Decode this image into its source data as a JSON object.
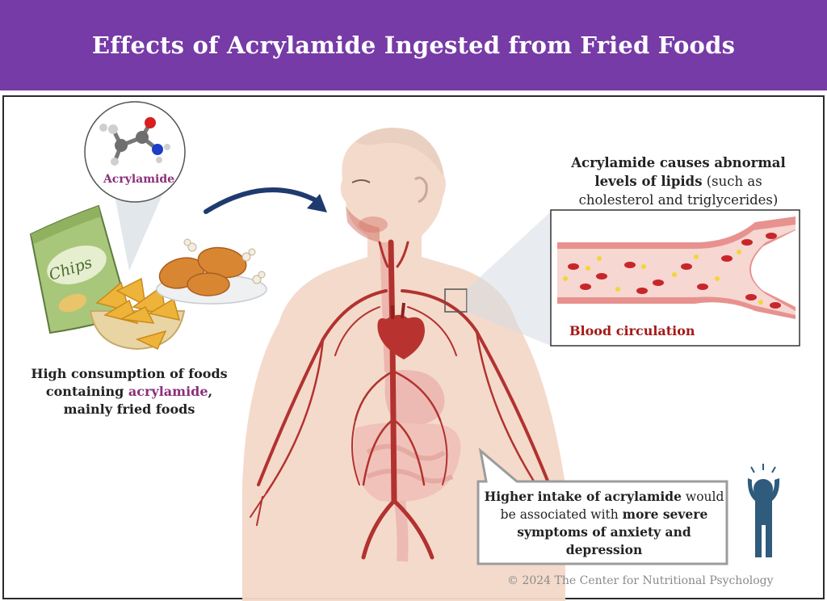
{
  "title": "Effects of Acrylamide Ingested from Fried Foods",
  "molecule_label": "Acrylamide",
  "chips_label": "Chips",
  "consumption": {
    "line1": "High consumption of foods",
    "line2_prefix": "containing ",
    "line2_highlight": "acrylamide",
    "line2_suffix": ",",
    "line3": "mainly fried foods"
  },
  "lipids": {
    "bold": "Acrylamide causes abnormal levels of lipids",
    "rest": " (such as cholesterol and triglycerides)"
  },
  "blood_label": "Blood circulation",
  "anxiety": {
    "bold1": "Higher intake of acrylamide",
    "mid": " would be associated with ",
    "bold2": "more severe symptoms of anxiety and depression"
  },
  "copyright": "© 2024 The Center for Nutritional Psychology",
  "colors": {
    "header": "#763ba6",
    "acrylamide_highlight": "#8b2f7a",
    "blood": "#a51818",
    "arrow": "#1f3a6e",
    "person": "#2f5b7c"
  }
}
